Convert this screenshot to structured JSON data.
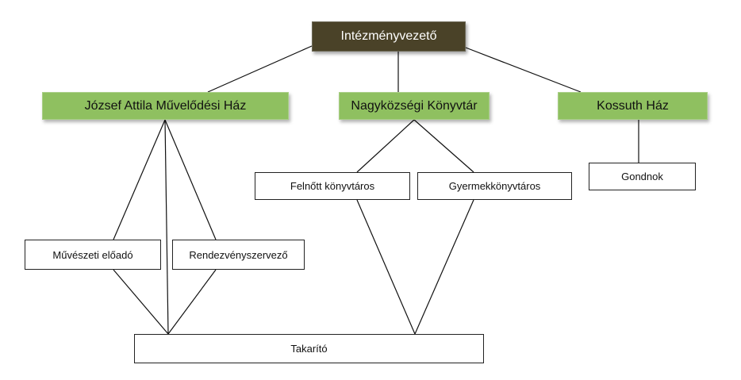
{
  "diagram": {
    "root": {
      "label": "Intézményvezető"
    },
    "units": [
      {
        "id": "jozsef",
        "label": "József Attila Művelődési Ház"
      },
      {
        "id": "konyvtar",
        "label": "Nagyközségi Könyvtár"
      },
      {
        "id": "kossuth",
        "label": "Kossuth Ház"
      }
    ],
    "roles": [
      {
        "id": "felnott",
        "label": "Felnőtt könyvtáros"
      },
      {
        "id": "gyermek",
        "label": "Gyermekkönyvtáros"
      },
      {
        "id": "gondnok",
        "label": "Gondnok"
      },
      {
        "id": "muveszeti",
        "label": "Művészeti előadó"
      },
      {
        "id": "rendezveny",
        "label": "Rendezvényszervező"
      },
      {
        "id": "takarito",
        "label": "Takarító"
      }
    ],
    "edges": [
      [
        "root",
        "jozsef"
      ],
      [
        "root",
        "konyvtar"
      ],
      [
        "root",
        "kossuth"
      ],
      [
        "jozsef",
        "muveszeti"
      ],
      [
        "jozsef",
        "rendezveny"
      ],
      [
        "jozsef",
        "takarito"
      ],
      [
        "muveszeti",
        "takarito"
      ],
      [
        "rendezveny",
        "takarito"
      ],
      [
        "konyvtar",
        "felnott"
      ],
      [
        "konyvtar",
        "gyermek"
      ],
      [
        "felnott",
        "takarito"
      ],
      [
        "gyermek",
        "takarito"
      ],
      [
        "kossuth",
        "gondnok"
      ]
    ]
  }
}
